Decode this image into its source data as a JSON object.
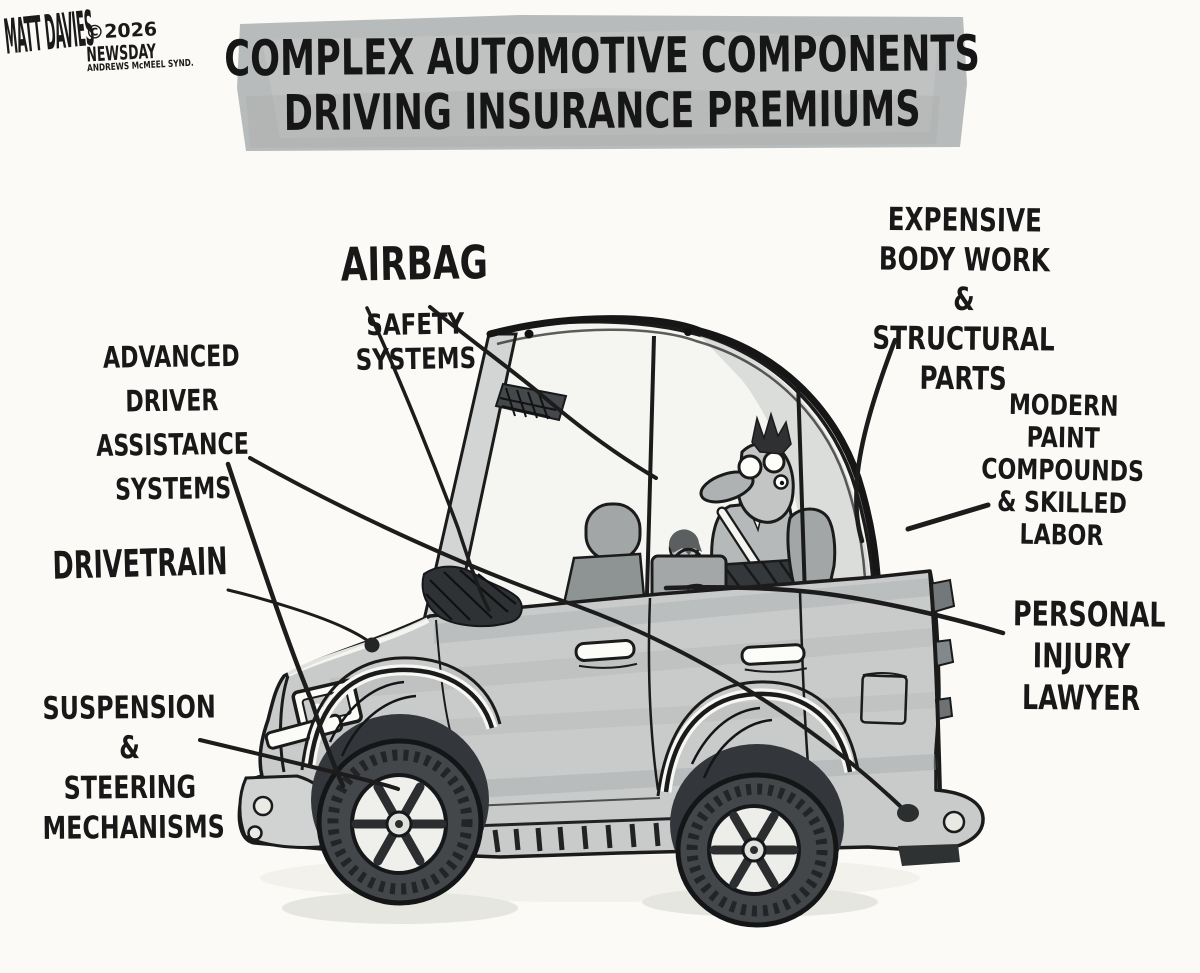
{
  "artwork": {
    "title_line1": "COMPLEX AUTOMOTIVE COMPONENTS",
    "title_line2": "DRIVING INSURANCE PREMIUMS",
    "signature": "MATT DAVIES",
    "copyright": "©2026",
    "publication": "NEWSDAY",
    "syndicate": "ANDREWS McMEEL SYND."
  },
  "callouts": {
    "airbag_title": "AIRBAG",
    "airbag_sub": "SAFETY SYSTEMS",
    "expensive_body": "EXPENSIVE\nBODY WORK\n& STRUCTURAL\nPARTS",
    "adas": "ADVANCED\nDRIVER ASSISTANCE\nSYSTEMS",
    "paint": "MODERN PAINT\nCOMPOUNDS\n& SKILLED\nLABOR",
    "drivetrain": "DRIVETRAIN",
    "lawyer": "PERSONAL\nINJURY\nLAWYER",
    "suspension": "SUSPENSION &\nSTEERING\nMECHANISMS"
  },
  "colors": {
    "paper": "#fbfaf6",
    "banner": "#b8bbbb",
    "ink": "#1b1b1b",
    "body_gray": "#c8cbca",
    "dark_gray": "#33363a"
  }
}
